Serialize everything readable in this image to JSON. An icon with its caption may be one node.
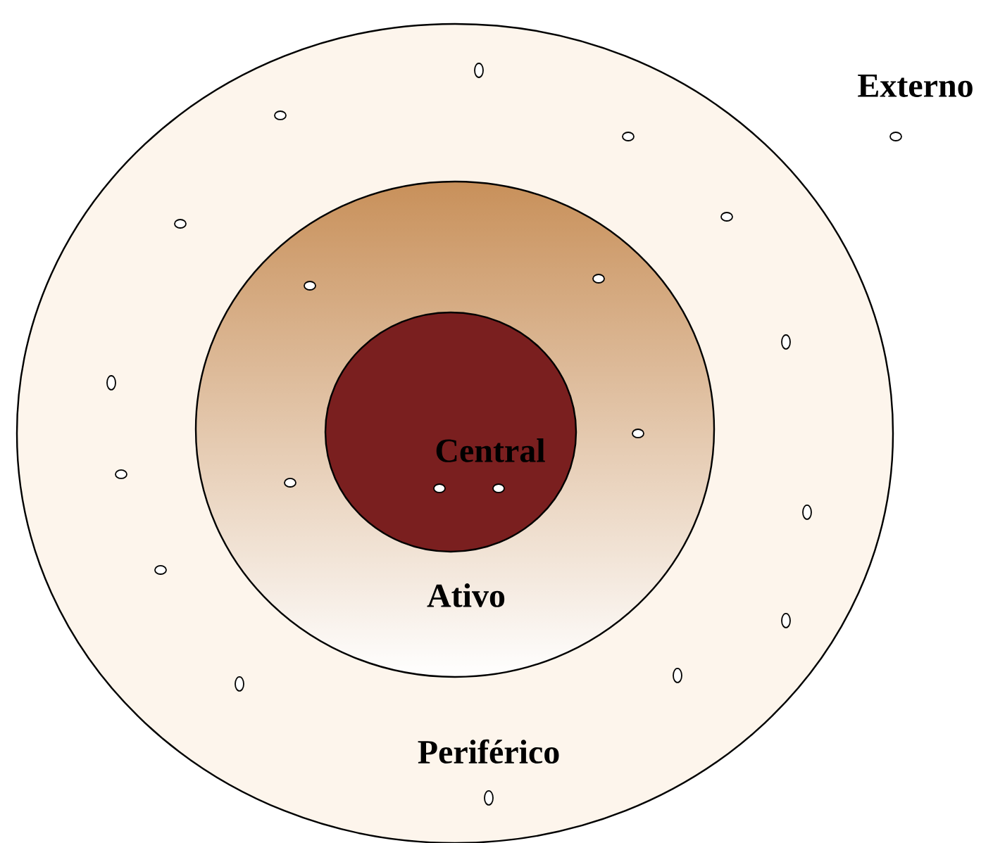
{
  "diagram": {
    "nodes": [
      {
        "text": [
          "Periférico"
        ]
      },
      {
        "text": [
          "Ativo"
        ],
        "in": 0
      },
      {
        "text": [
          "Central"
        ],
        "in": 1
      }
    ],
    "labels": [
      "Externo"
    ]
  }
}
